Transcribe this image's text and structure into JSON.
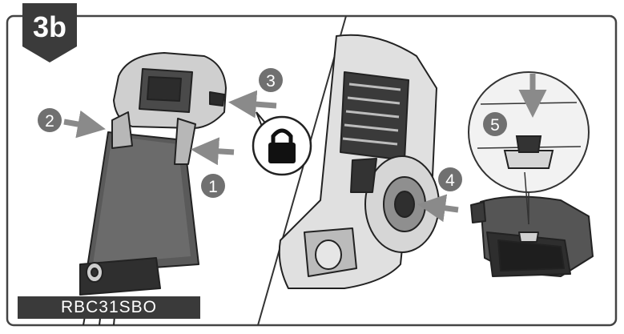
{
  "step_badge": "3b",
  "model_label": "RBC31SBO",
  "callouts": [
    "1",
    "2",
    "3",
    "4",
    "5"
  ],
  "icons": {
    "lock": "lock-icon"
  },
  "colors": {
    "badge": "#3b3b3b",
    "callout": "#707070",
    "arrow": "#8a8a8a",
    "frame": "#444444"
  }
}
